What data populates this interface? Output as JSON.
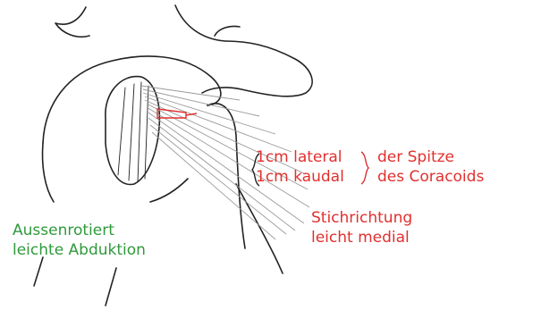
{
  "colors": {
    "annotation": "#e0302f",
    "position_note": "#2f9a3c",
    "outline": "#222222",
    "needle_lines": "#9a9a9a"
  },
  "position_note": {
    "line1": "Aussenrotiert",
    "line2": "leichte Abduktion"
  },
  "landmark": {
    "lateral": "1cm lateral",
    "caudal": "1cm kaudal",
    "reference_line1": "der Spitze",
    "reference_line2": "des Coracoids"
  },
  "needle_direction": {
    "line1": "Stichrichtung",
    "line2": "leicht medial"
  }
}
